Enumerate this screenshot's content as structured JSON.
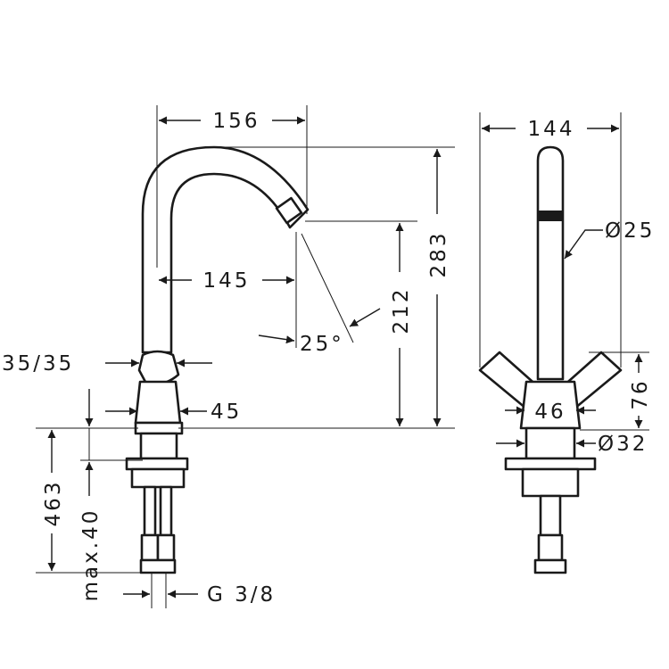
{
  "dimensions": {
    "spout_reach_outer": "156",
    "spout_reach_inner": "145",
    "total_height": "283",
    "spout_height": "212",
    "spout_angle": "25°",
    "handle_size": "35/35",
    "body_diameter": "45",
    "shank_length": "463",
    "deck_thickness": "max.40",
    "thread": "G 3/8",
    "side_depth": "144",
    "spout_diameter": "Ø25",
    "handle_height": "76",
    "side_body_width": "46",
    "base_diameter": "Ø32"
  }
}
